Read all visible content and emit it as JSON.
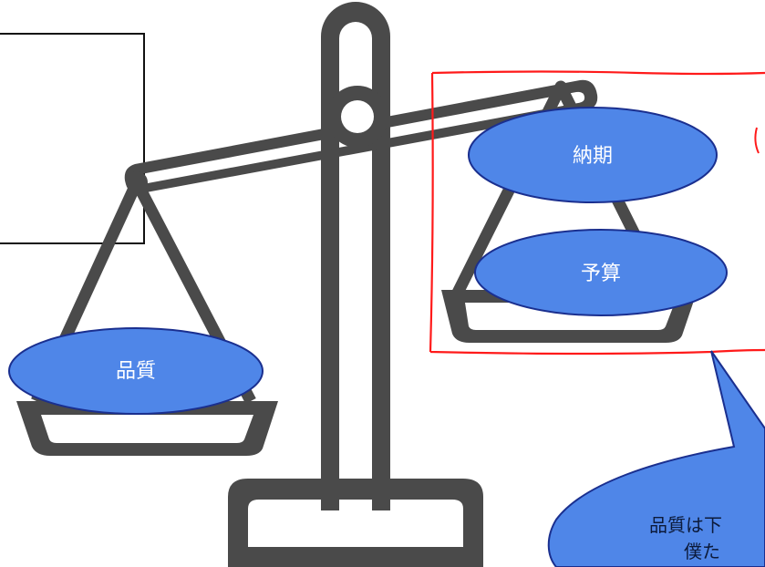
{
  "colors": {
    "scale": "#4a4a4a",
    "ellipse_fill": "#4f86e8",
    "ellipse_stroke": "#1a2f8f",
    "ellipse_text": "#ffffff",
    "highlight_box": "#ff1a1a",
    "bubble_fill": "#4f86e8",
    "bubble_text": "#0c1a3a"
  },
  "labels": {
    "left_pan": "品質",
    "right_top": "納期",
    "right_bottom": "予算"
  },
  "speech_bubble": {
    "line1": "品質は下",
    "line2": "僕た"
  }
}
